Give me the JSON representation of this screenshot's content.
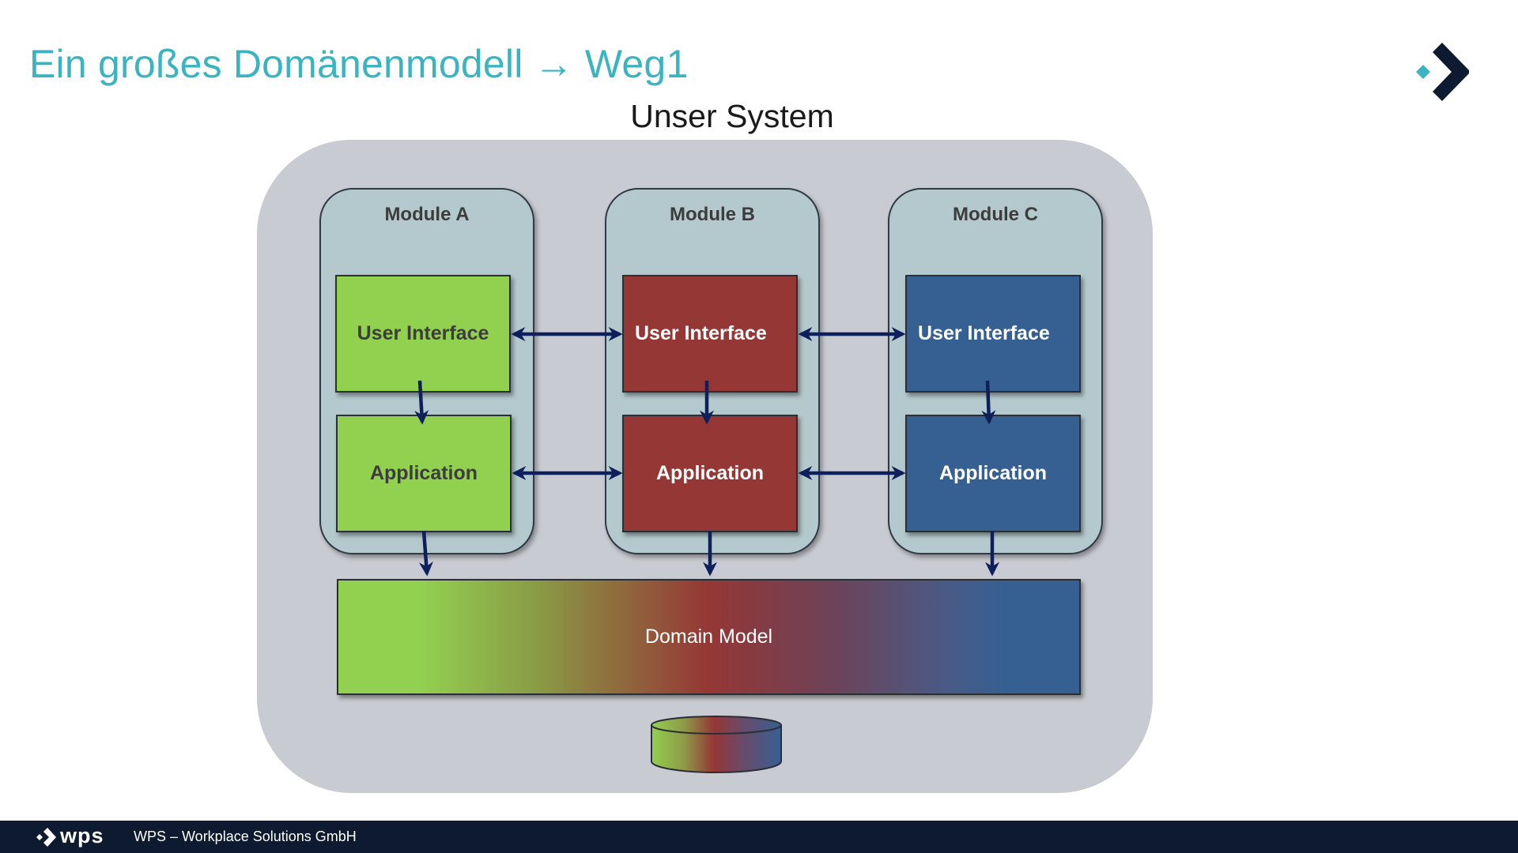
{
  "slide": {
    "title": "Ein großes Domänenmodell → Weg1"
  },
  "diagram": {
    "system_title": "Unser System",
    "modules": [
      {
        "label": "Module A",
        "ui_label": "User Interface",
        "app_label": "Application",
        "color": "#92d050"
      },
      {
        "label": "Module B",
        "ui_label": "User Interface",
        "app_label": "Application",
        "color": "#953735"
      },
      {
        "label": "Module C",
        "ui_label": "User Interface",
        "app_label": "Application",
        "color": "#366092"
      }
    ],
    "domain_model": {
      "label": "Domain Model"
    },
    "database": {
      "icon": "database-cylinder-icon"
    }
  },
  "footer": {
    "logo_text": "wps",
    "company": "WPS – Workplace Solutions GmbH"
  },
  "colors": {
    "title": "#3bb4c1",
    "arrow": "#0f1f5c",
    "system_bg": "#c8cbd1",
    "module_bg": "#b4c9cd",
    "footer_bg": "#0e1a2f"
  }
}
